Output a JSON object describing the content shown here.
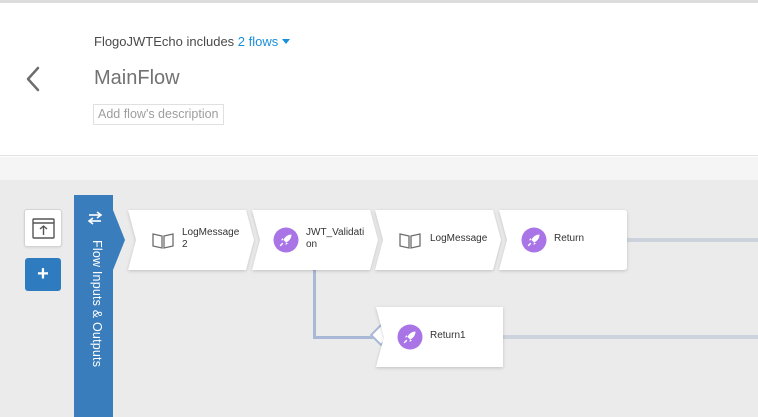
{
  "header": {
    "app_name": "FlogoJWTEcho includes",
    "flows_link": "2 flows",
    "flow_title": "MainFlow",
    "description_placeholder": "Add flow's description"
  },
  "sidebar": {
    "io_label": "Flow Inputs & Outputs",
    "add_button": "+"
  },
  "tiles": [
    {
      "label_line1": "LogMessage",
      "label_line2": "2",
      "icon": "log-book-icon"
    },
    {
      "label_line1": "JWT_Validati",
      "label_line2": "on",
      "icon": "rocket-icon"
    },
    {
      "label_line1": "LogMessage",
      "label_line2": "",
      "icon": "log-book-icon"
    },
    {
      "label_line1": "Return",
      "label_line2": "",
      "icon": "rocket-icon"
    },
    {
      "label_line1": "Return1",
      "label_line2": "",
      "icon": "rocket-icon"
    }
  ],
  "colors": {
    "accent": "#1a8fd8",
    "io_bar": "#3a7dbd",
    "add_button": "#2f7bbf",
    "rocket_badge": "#a974e6",
    "branch_line": "#a9b8d6"
  }
}
